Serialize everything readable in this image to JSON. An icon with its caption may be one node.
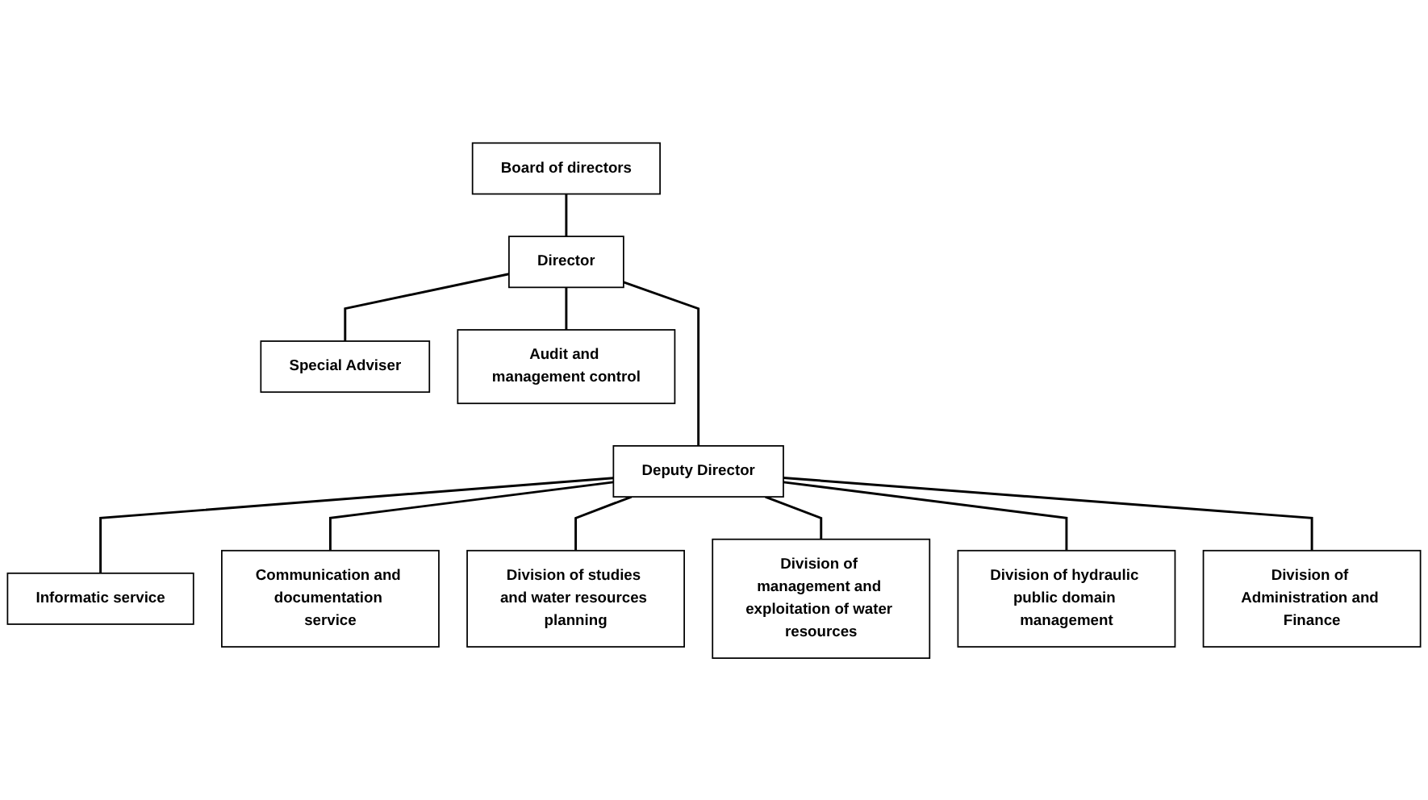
{
  "diagram": {
    "nodes": [
      {
        "text": [
          "Board of directors"
        ]
      },
      {
        "text": [
          "Director"
        ]
      },
      {
        "text": [
          "Special Adviser"
        ]
      },
      {
        "text": [
          "Audit and management control"
        ]
      },
      {
        "text": [
          "Informatic service"
        ]
      },
      {
        "text": [
          "Communication and documentation service"
        ]
      },
      {
        "text": [
          "Deputy Director"
        ]
      },
      {
        "text": [
          "Division of studies and water resources planning"
        ]
      },
      {
        "text": [
          "Division of management and exploitation of water resources"
        ]
      },
      {
        "text": [
          "Division of hydraulic public domain management"
        ]
      },
      {
        "text": [
          "Division of Administration and Finance"
        ]
      }
    ],
    "edges": [
      {
        "from": 0,
        "to": 1,
        "arrow": "none"
      },
      {
        "from": 1,
        "to": 2,
        "arrow": "none"
      },
      {
        "from": 1,
        "to": 3,
        "arrow": "none"
      },
      {
        "from": 1,
        "to": 6,
        "arrow": "none"
      },
      {
        "from": 6,
        "to": 4,
        "arrow": "none"
      },
      {
        "from": 6,
        "to": 5,
        "arrow": "none"
      },
      {
        "from": 6,
        "to": 7,
        "arrow": "none"
      },
      {
        "from": 6,
        "to": 8,
        "arrow": "none"
      },
      {
        "from": 6,
        "to": 9,
        "arrow": "none"
      },
      {
        "from": 6,
        "to": 10,
        "arrow": "none"
      }
    ]
  }
}
